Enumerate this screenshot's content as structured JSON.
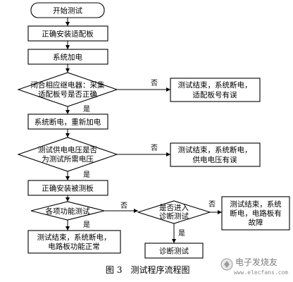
{
  "nodes": {
    "start": "开始测试",
    "install_adapter": "正确安装适配板",
    "power_on": "系统加电",
    "check_adapter_1": "闭合相应继电器：采集",
    "check_adapter_2": "适配板号是否正确",
    "end_adapter_1": "测试结束，系统断电，",
    "end_adapter_2": "适配板号有误",
    "repower": "系统断电，重新加电",
    "check_voltage_1": "测试供电电压是否",
    "check_voltage_2": "为测试所需电压",
    "end_voltage_1": "测试结束，系统断电，",
    "end_voltage_2": "供电电压有误",
    "install_tested": "正确安装被测板",
    "check_function": "各项功能测试",
    "diag_question_1": "是否进入",
    "diag_question_2": "诊断测试",
    "end_fault_1": "测试结束，系统",
    "end_fault_2": "断电，电路板有",
    "end_fault_3": "故障",
    "end_ok_1": "测试结束，系统断电，",
    "end_ok_2": "电路板功能正常",
    "diag_test": "诊断测试"
  },
  "edge_labels": {
    "no": "否",
    "yes": "是"
  },
  "caption": "图 3　测试程序流程图",
  "watermark": {
    "name": "电子发烧友",
    "url": "www.elecfans.com"
  }
}
